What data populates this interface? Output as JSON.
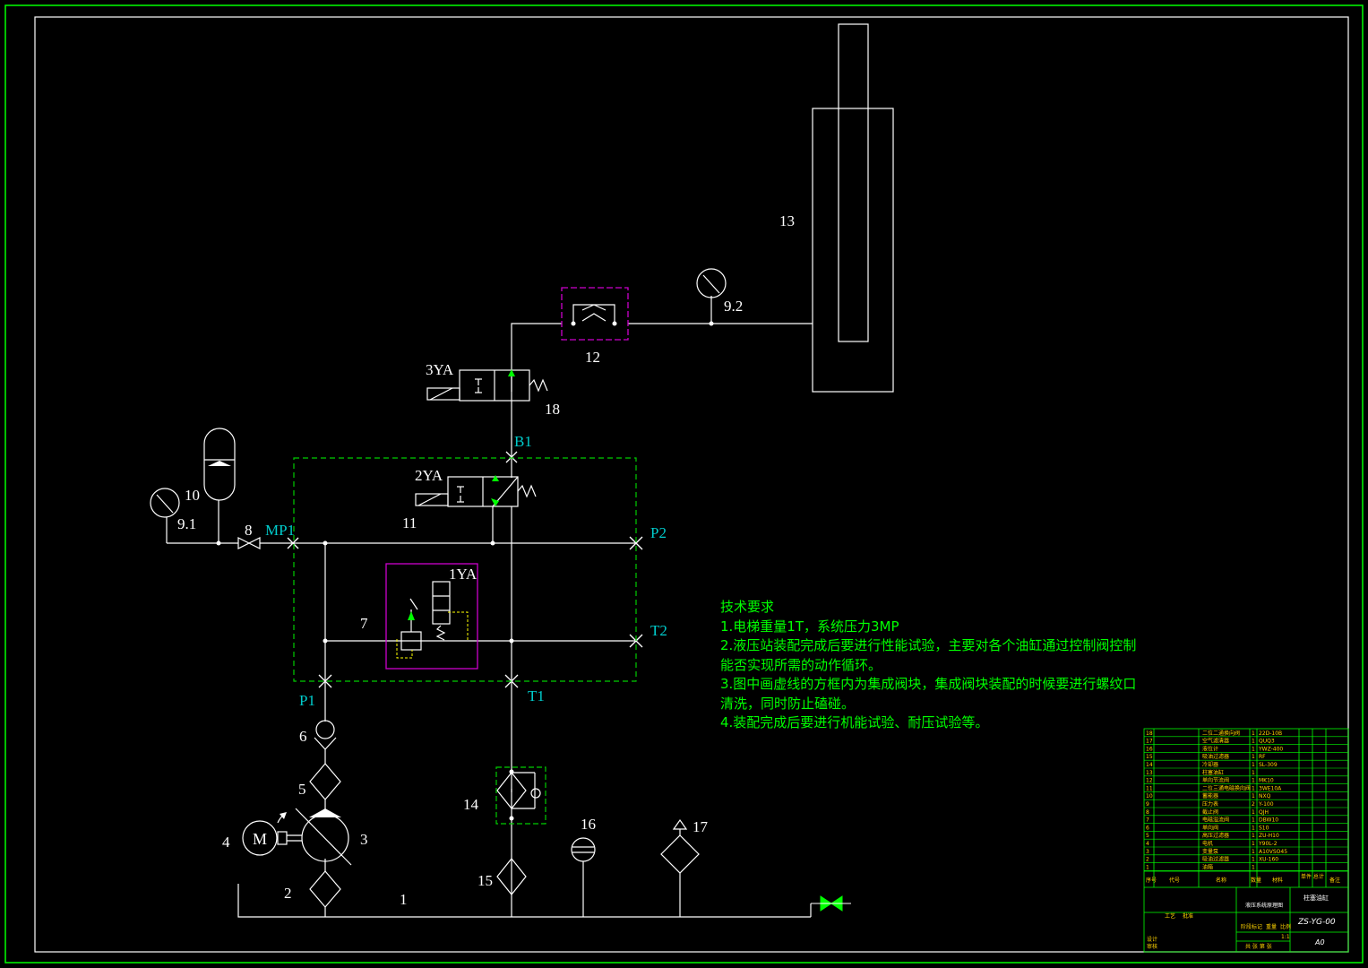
{
  "labels": {
    "n1": "1",
    "n2": "2",
    "n3": "3",
    "n4": "4",
    "n5": "5",
    "n6": "6",
    "n7": "7",
    "n8": "8",
    "n9_1": "9.1",
    "n9_2": "9.2",
    "n10": "10",
    "n11": "11",
    "n12": "12",
    "n13": "13",
    "n14": "14",
    "n15": "15",
    "n16": "16",
    "n17": "17",
    "n18": "18",
    "motor": "M"
  },
  "solenoids": {
    "s1": "1YA",
    "s2": "2YA",
    "s3": "3YA"
  },
  "ports": {
    "mp1": "MP1",
    "p1": "P1",
    "p2": "P2",
    "t1": "T1",
    "t2": "T2",
    "b1": "B1"
  },
  "notes": {
    "heading": "技术要求",
    "line1": "1.电梯重量1T，系统压力3MP",
    "line2": "2.液压站装配完成后要进行性能试验，主要对各个油缸通过控制阀控制",
    "line3": "能否实现所需的动作循环。",
    "line4": "3.图中画虚线的方框内为集成阀块，集成阀块装配的时候要进行螺纹口",
    "line5": "清洗，同时防止磕碰。",
    "line6": "4.装配完成后要进行机能试验、耐压试验等。"
  },
  "title_block": {
    "bom_rows": [
      {
        "no": "18",
        "name": "二位二通换向阀",
        "qty": "1",
        "spec": "22D-10B"
      },
      {
        "no": "17",
        "name": "空气滤清器",
        "qty": "1",
        "spec": "QUQ3"
      },
      {
        "no": "16",
        "name": "液位计",
        "qty": "1",
        "spec": "YWZ-400"
      },
      {
        "no": "15",
        "name": "吸油过滤器",
        "qty": "1",
        "spec": "RF"
      },
      {
        "no": "14",
        "name": "冷却器",
        "qty": "1",
        "spec": "SL-309"
      },
      {
        "no": "13",
        "name": "柱塞油缸",
        "qty": "1",
        "spec": ""
      },
      {
        "no": "12",
        "name": "单向节流阀",
        "qty": "1",
        "spec": "MK10"
      },
      {
        "no": "11",
        "name": "二位三通电磁换向阀",
        "qty": "1",
        "spec": "3WE10A"
      },
      {
        "no": "10",
        "name": "蓄能器",
        "qty": "1",
        "spec": "NXQ"
      },
      {
        "no": "9",
        "name": "压力表",
        "qty": "2",
        "spec": "Y-100"
      },
      {
        "no": "8",
        "name": "截止阀",
        "qty": "1",
        "spec": "QJH"
      },
      {
        "no": "7",
        "name": "电磁溢流阀",
        "qty": "1",
        "spec": "DBW10"
      },
      {
        "no": "6",
        "name": "单向阀",
        "qty": "1",
        "spec": "S10"
      },
      {
        "no": "5",
        "name": "高压过滤器",
        "qty": "1",
        "spec": "ZU-H10"
      },
      {
        "no": "4",
        "name": "电机",
        "qty": "1",
        "spec": "Y90L-2"
      },
      {
        "no": "3",
        "name": "变量泵",
        "qty": "1",
        "spec": "A10VSO45"
      },
      {
        "no": "2",
        "name": "吸油过滤器",
        "qty": "1",
        "spec": "XU-160"
      },
      {
        "no": "1",
        "name": "油箱",
        "qty": "1",
        "spec": ""
      }
    ],
    "header": {
      "no": "序号",
      "code": "代号",
      "name": "名称",
      "qty": "数量",
      "material": "材料",
      "weight": "单件 总计",
      "remark": "备注"
    },
    "drawing_name": "液压系统原理图",
    "company": "柱塞油缸",
    "drawing_no": "ZS-YG-00",
    "sheet": "A0",
    "scale": "1:1",
    "stage": "阶段标记",
    "weight": "重量",
    "ratio": "比例",
    "sheets": "共 张 第 张",
    "design": "设计",
    "review": "审核",
    "process": "工艺",
    "approve": "批准"
  },
  "colors": {
    "line": "#ffffff",
    "integrated_block": "#00cc00",
    "valve_box": "#cc00cc",
    "port_text": "#00cccc",
    "notes": "#00ff00",
    "frame": "#00ff00",
    "pilot": "#ffff00"
  }
}
